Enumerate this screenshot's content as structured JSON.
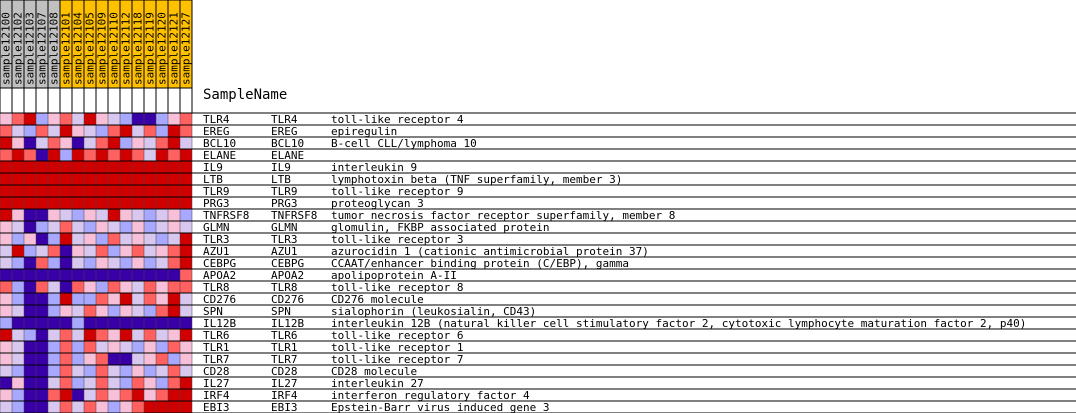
{
  "chart_data": {
    "type": "heatmap",
    "header_label": "SampleName",
    "columns": [
      {
        "name": "sample12100",
        "group_color": "#c0c0c0"
      },
      {
        "name": "sample12102",
        "group_color": "#c0c0c0"
      },
      {
        "name": "sample12103",
        "group_color": "#c0c0c0"
      },
      {
        "name": "sample12107",
        "group_color": "#c0c0c0"
      },
      {
        "name": "sample12108",
        "group_color": "#c0c0c0"
      },
      {
        "name": "sample12101",
        "group_color": "#ffc000"
      },
      {
        "name": "sample12104",
        "group_color": "#ffc000"
      },
      {
        "name": "sample12105",
        "group_color": "#ffc000"
      },
      {
        "name": "sample12109",
        "group_color": "#ffc000"
      },
      {
        "name": "sample12110",
        "group_color": "#ffc000"
      },
      {
        "name": "sample12112",
        "group_color": "#ffc000"
      },
      {
        "name": "sample12118",
        "group_color": "#ffc000"
      },
      {
        "name": "sample12119",
        "group_color": "#ffc000"
      },
      {
        "name": "sample12120",
        "group_color": "#ffc000"
      },
      {
        "name": "sample12121",
        "group_color": "#ffc000"
      },
      {
        "name": "sample12127",
        "group_color": "#ffc000"
      }
    ],
    "color_scale": {
      "-2": "#3a00a8",
      "-1": "#a8a8ff",
      "-0.5": "#d8c8f0",
      "0.5": "#f8c0d8",
      "1": "#ff6060",
      "2": "#d00000"
    },
    "rows": [
      {
        "symbol": "TLR4",
        "gene": "TLR4",
        "description": "toll-like receptor 4",
        "values": [
          0.5,
          1,
          2,
          -1,
          0.5,
          1,
          -0.5,
          2,
          0.5,
          -0.5,
          -1,
          -2,
          -2,
          -1,
          0.5,
          1
        ]
      },
      {
        "symbol": "EREG",
        "gene": "EREG",
        "description": "epiregulin",
        "values": [
          1,
          -0.5,
          -1,
          1,
          -0.5,
          2,
          0.5,
          -0.5,
          -1,
          1,
          2,
          -0.5,
          1,
          -1,
          2,
          1
        ]
      },
      {
        "symbol": "BCL10",
        "gene": "BCL10",
        "description": "B-cell CLL/lymphoma 10",
        "values": [
          2,
          0.5,
          -2,
          -0.5,
          1,
          0.5,
          -2,
          -0.5,
          1,
          2,
          -1,
          0.5,
          -0.5,
          1,
          2,
          -0.5
        ]
      },
      {
        "symbol": "ELANE",
        "gene": "ELANE",
        "description": "",
        "values": [
          1,
          2,
          1,
          -2,
          2,
          -1,
          2,
          1,
          2,
          1,
          2,
          1,
          -0.5,
          2,
          1,
          2
        ]
      },
      {
        "symbol": "IL9",
        "gene": "IL9",
        "description": "interleukin 9",
        "values": [
          2,
          2,
          2,
          2,
          2,
          2,
          2,
          2,
          2,
          2,
          2,
          2,
          2,
          2,
          2,
          2
        ]
      },
      {
        "symbol": "LTB",
        "gene": "LTB",
        "description": "lymphotoxin beta (TNF superfamily, member 3)",
        "values": [
          2,
          2,
          2,
          2,
          2,
          2,
          2,
          2,
          2,
          2,
          2,
          2,
          2,
          2,
          2,
          2
        ]
      },
      {
        "symbol": "TLR9",
        "gene": "TLR9",
        "description": "toll-like receptor 9",
        "values": [
          2,
          2,
          2,
          2,
          2,
          2,
          2,
          2,
          2,
          2,
          2,
          2,
          2,
          2,
          2,
          2
        ]
      },
      {
        "symbol": "PRG3",
        "gene": "PRG3",
        "description": "proteoglycan 3",
        "values": [
          2,
          2,
          2,
          2,
          2,
          2,
          2,
          2,
          2,
          2,
          2,
          2,
          2,
          2,
          2,
          2
        ]
      },
      {
        "symbol": "TNFRSF8",
        "gene": "TNFRSF8",
        "description": "tumor necrosis factor receptor superfamily, member 8",
        "values": [
          2,
          0.5,
          -2,
          -2,
          0.5,
          -0.5,
          -1,
          0.5,
          -0.5,
          2,
          0.5,
          -0.5,
          -1,
          -0.5,
          0.5,
          -1
        ]
      },
      {
        "symbol": "GLMN",
        "gene": "GLMN",
        "description": "glomulin, FKBP associated protein",
        "values": [
          0.5,
          -0.5,
          -2,
          -1,
          -0.5,
          1,
          -0.5,
          -1,
          0.5,
          -0.5,
          -1,
          0.5,
          -1,
          -0.5,
          0.5,
          -0.5
        ]
      },
      {
        "symbol": "TLR3",
        "gene": "TLR3",
        "description": "toll-like receptor 3",
        "values": [
          0.5,
          -1,
          0.5,
          -2,
          -1,
          2,
          -0.5,
          0.5,
          -1,
          1,
          -0.5,
          0.5,
          -0.5,
          -1,
          -0.5,
          2
        ]
      },
      {
        "symbol": "AZU1",
        "gene": "AZU1",
        "description": "azurocidin 1 (cationic antimicrobial protein 37)",
        "values": [
          -0.5,
          2,
          -1,
          -0.5,
          1,
          -2,
          0.5,
          -0.5,
          1,
          -1,
          0.5,
          1,
          -0.5,
          0.5,
          1,
          2
        ]
      },
      {
        "symbol": "CEBPG",
        "gene": "CEBPG",
        "description": "CCAAT/enhancer binding protein (C/EBP), gamma",
        "values": [
          -0.5,
          -1,
          -2,
          1,
          -1,
          -2,
          -0.5,
          -1,
          0.5,
          -0.5,
          -1,
          0.5,
          -1,
          -0.5,
          1,
          2
        ]
      },
      {
        "symbol": "APOA2",
        "gene": "APOA2",
        "description": "apolipoprotein A-II",
        "values": [
          -2,
          -2,
          -2,
          -2,
          -2,
          -2,
          -2,
          -2,
          -2,
          -2,
          -2,
          -2,
          -2,
          -2,
          -2,
          1
        ]
      },
      {
        "symbol": "TLR8",
        "gene": "TLR8",
        "description": "toll-like receptor 8",
        "values": [
          1,
          -1,
          -2,
          1,
          -0.5,
          -2,
          1,
          0.5,
          -1,
          1,
          0.5,
          -0.5,
          1,
          0.5,
          1,
          1
        ]
      },
      {
        "symbol": "CD276",
        "gene": "CD276",
        "description": "CD276 molecule",
        "values": [
          0.5,
          -1,
          -2,
          -2,
          -1,
          2,
          -1,
          -1,
          1,
          0.5,
          2,
          -0.5,
          1,
          0.5,
          2,
          -0.5
        ]
      },
      {
        "symbol": "SPN",
        "gene": "SPN",
        "description": "sialophorin (leukosialin, CD43)",
        "values": [
          0.5,
          -0.5,
          -2,
          -2,
          -1,
          0.5,
          -0.5,
          1,
          0.5,
          -1,
          0.5,
          -0.5,
          -1,
          1,
          2,
          -0.5
        ]
      },
      {
        "symbol": "IL12B",
        "gene": "IL12B",
        "description": "interleukin 12B (natural killer cell stimulatory factor 2, cytotoxic lymphocyte maturation factor 2, p40)",
        "values": [
          -1,
          -2,
          -2,
          -2,
          -2,
          -2,
          -1,
          -2,
          -2,
          -2,
          -2,
          -2,
          -2,
          -2,
          -2,
          -2
        ]
      },
      {
        "symbol": "TLR6",
        "gene": "TLR6",
        "description": "toll-like receptor 6",
        "values": [
          2,
          -0.5,
          -1,
          -2,
          -0.5,
          1,
          -0.5,
          2,
          1,
          0.5,
          2,
          -0.5,
          1,
          -0.5,
          0.5,
          2
        ]
      },
      {
        "symbol": "TLR1",
        "gene": "TLR1",
        "description": "toll-like receptor 1",
        "values": [
          0.5,
          -0.5,
          -2,
          -2,
          -1,
          1,
          -1,
          1,
          -0.5,
          0.5,
          -0.5,
          -1,
          0.5,
          -1,
          1,
          0.5
        ]
      },
      {
        "symbol": "TLR7",
        "gene": "TLR7",
        "description": "toll-like receptor 7",
        "values": [
          0.5,
          -0.5,
          -2,
          -2,
          -1,
          1,
          -1,
          0.5,
          1,
          -2,
          -2,
          -0.5,
          0.5,
          1,
          -1,
          0.5
        ]
      },
      {
        "symbol": "CD28",
        "gene": "CD28",
        "description": "CD28 molecule",
        "values": [
          -0.5,
          -1,
          -2,
          -2,
          -1,
          1,
          -0.5,
          -1,
          1,
          -0.5,
          -1,
          0.5,
          -1,
          -0.5,
          1,
          -0.5
        ]
      },
      {
        "symbol": "IL27",
        "gene": "IL27",
        "description": "interleukin 27",
        "values": [
          -2,
          0.5,
          -2,
          -2,
          -0.5,
          1,
          -1,
          -0.5,
          1,
          -0.5,
          -1,
          1,
          0.5,
          -1,
          1,
          2
        ]
      },
      {
        "symbol": "IRF4",
        "gene": "IRF4",
        "description": "interferon regulatory factor 4",
        "values": [
          0.5,
          -1,
          -2,
          -2,
          1,
          2,
          -2,
          -0.5,
          1,
          0.5,
          1,
          2,
          0.5,
          1,
          2,
          2
        ]
      },
      {
        "symbol": "EBI3",
        "gene": "EBI3",
        "description": "Epstein-Barr virus induced gene 3",
        "values": [
          -0.5,
          -1,
          -2,
          -2,
          -0.5,
          1,
          -0.5,
          1,
          0.5,
          -1,
          0.5,
          1,
          2,
          2,
          2,
          2
        ]
      }
    ]
  }
}
